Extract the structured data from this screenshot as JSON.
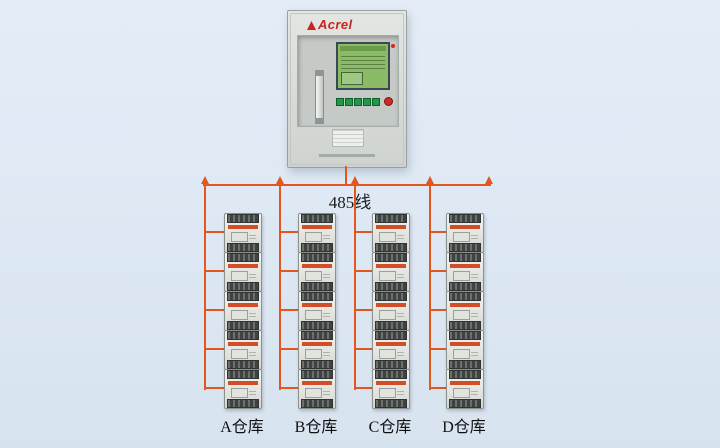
{
  "colors": {
    "background": "#dde8f4",
    "bus_line": "#e2571d",
    "brand_red": "#c8251f",
    "screen_green": "#8cbb68"
  },
  "cabinet": {
    "brand": "Acrel"
  },
  "bus": {
    "label": "485线"
  },
  "columns": [
    {
      "label": "A仓库",
      "device_count": 5
    },
    {
      "label": "B仓库",
      "device_count": 5
    },
    {
      "label": "C仓库",
      "device_count": 5
    },
    {
      "label": "D仓库",
      "device_count": 5
    }
  ]
}
